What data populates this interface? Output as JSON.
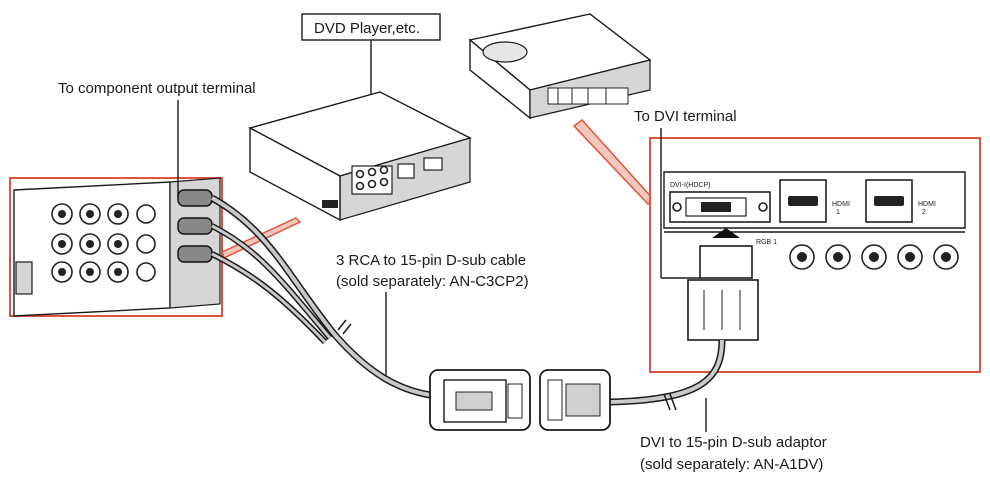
{
  "labels": {
    "dvd_player": "DVD Player,etc.",
    "component_terminal": "To component output terminal",
    "dvi_terminal": "To DVI terminal",
    "cable_line1": "3 RCA to 15-pin D-sub cable",
    "cable_line2": "(sold separately: AN-C3CP2)",
    "adaptor_line1": "DVI to 15-pin D-sub adaptor",
    "adaptor_line2": "(sold separately: AN-A1DV)"
  },
  "panel": {
    "dvi_label": "DVI-I(HDCP)",
    "hdmi1_label": "HDMI",
    "hdmi1_num": "1",
    "hdmi2_label": "HDMI",
    "hdmi2_num": "2",
    "rgb_label": "RGB 1"
  },
  "colors": {
    "callout": "#e0533f",
    "callout_fill": "#f4c7bd",
    "line": "#1a1a1a"
  }
}
